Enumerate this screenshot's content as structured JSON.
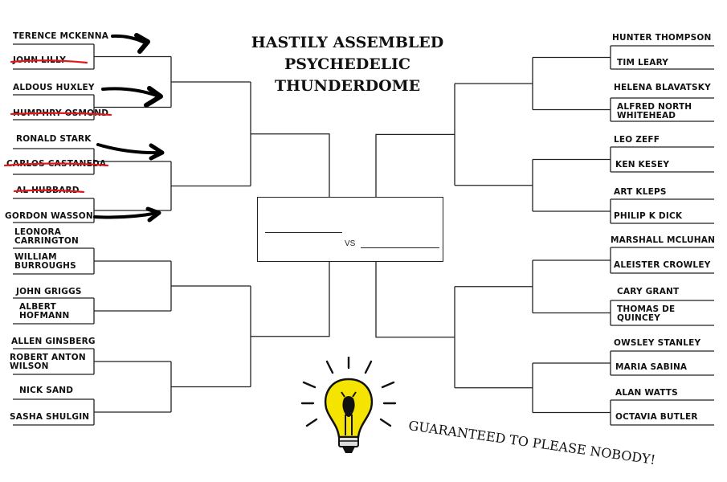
{
  "title_lines": [
    "HASTILY ASSEMBLED",
    "PSYCHEDELIC",
    "THUNDERDOME"
  ],
  "left": {
    "group1": [
      "TERENCE MCKENNA",
      "JOHN LILLY",
      "ALDOUS HUXLEY",
      "HUMPHRY OSMOND"
    ],
    "group2": [
      "RONALD STARK",
      "CARLOS CASTANEDA",
      "AL HUBBARD",
      "GORDON WASSON"
    ],
    "group3": [
      "LEONORA CARRINGTON",
      "WILLIAM BURROUGHS",
      "JOHN GRIGGS",
      "ALBERT HOFMANN"
    ],
    "group4": [
      "ALLEN GINSBERG",
      "ROBERT ANTON WILSON",
      "NICK SAND",
      "SASHA SHULGIN"
    ]
  },
  "right": {
    "group1": [
      "HUNTER THOMPSON",
      "TIM LEARY",
      "HELENA BLAVATSKY",
      "ALFRED NORTH WHITEHEAD"
    ],
    "group2": [
      "LEO ZEFF",
      "KEN KESEY",
      "ART KLEPS",
      "PHILIP K DICK"
    ],
    "group3": [
      "MARSHALL MCLUHAN",
      "ALEISTER CROWLEY",
      "CARY GRANT",
      "THOMAS DE QUINCEY"
    ],
    "group4": [
      "OWSLEY STANLEY",
      "MARIA SABINA",
      "ALAN WATTS",
      "OCTAVIA BUTLER"
    ]
  },
  "eliminated": [
    "JOHN LILLY",
    "HUMPHRY OSMOND",
    "CARLOS CASTANEDA",
    "AL HUBBARD"
  ],
  "final": {
    "vs_label": "VS"
  },
  "slogan": "GUARANTEED TO PLEASE NOBODY!",
  "colors": {
    "line": "#222222",
    "strike": "#e0191c",
    "bulb": "#f5e400",
    "ink": "#111111"
  },
  "icons": [
    "lightbulb-icon",
    "arrow-icon"
  ]
}
